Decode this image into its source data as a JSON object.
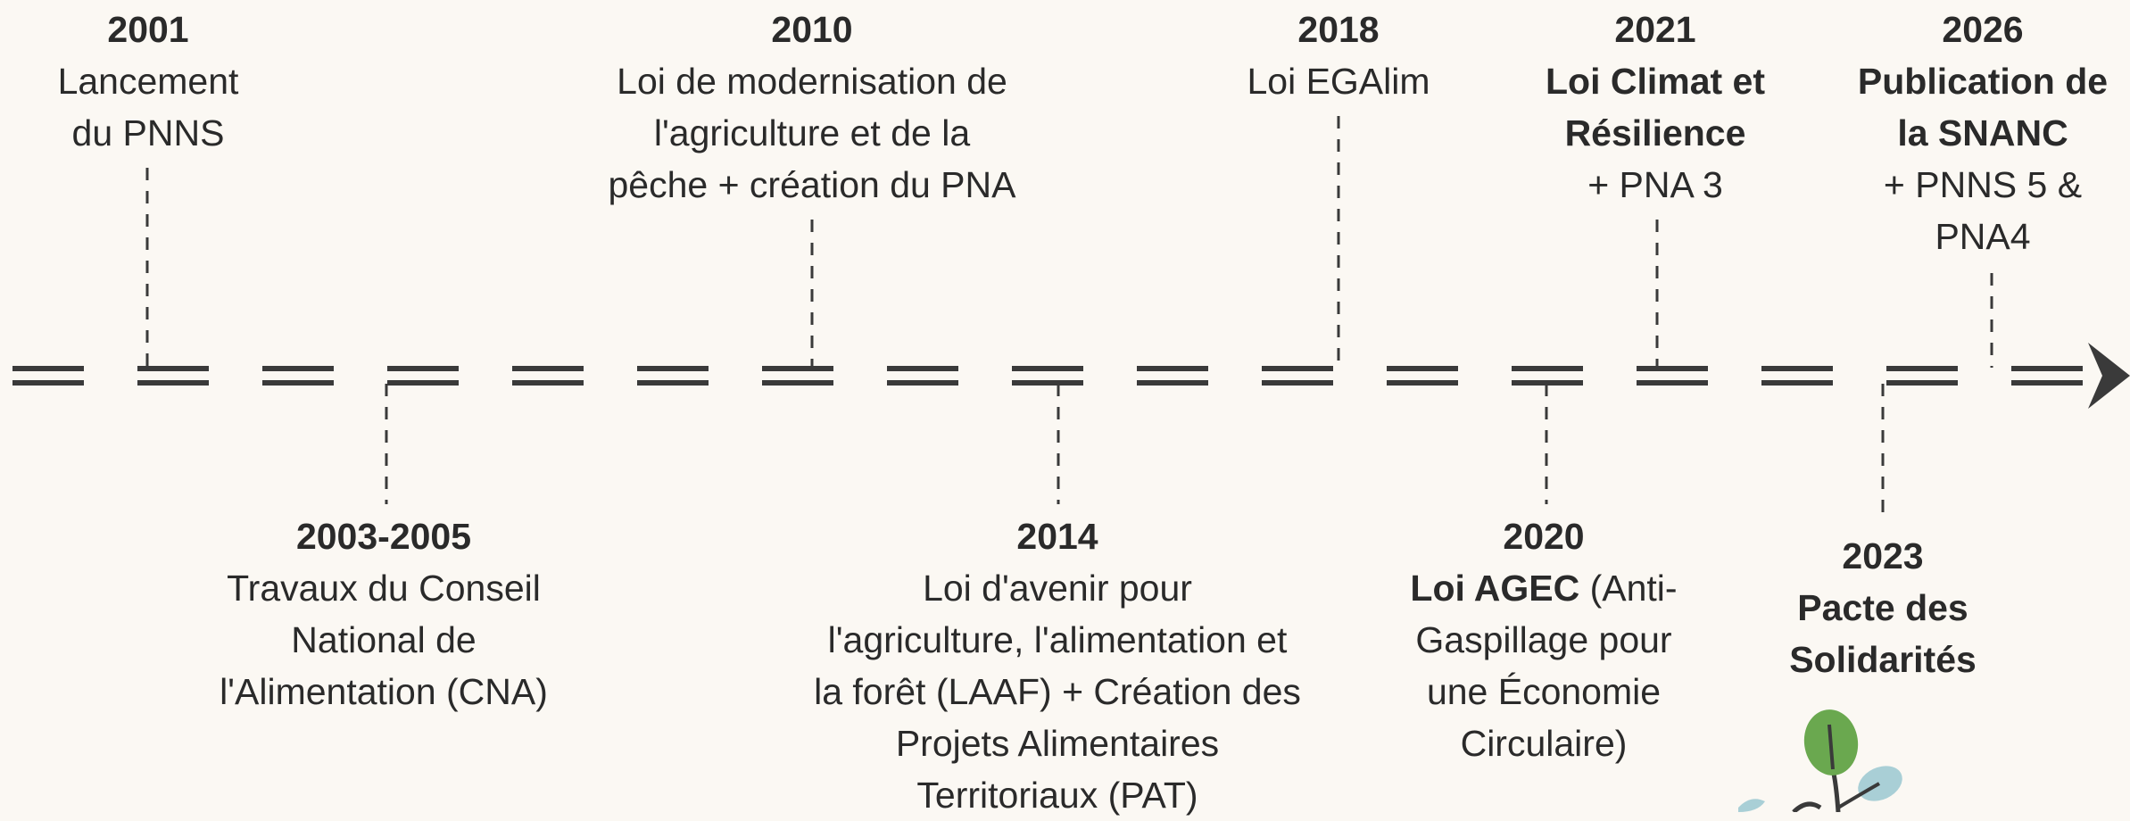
{
  "events": [
    {
      "id": "2001",
      "year": "2001",
      "lines": [
        [
          "Lancement"
        ],
        [
          "du PNNS"
        ]
      ]
    },
    {
      "id": "2003-2005",
      "year": "2003-2005",
      "lines": [
        [
          "Travaux du Conseil"
        ],
        [
          "National de"
        ],
        [
          "l'Alimentation (CNA)"
        ]
      ]
    },
    {
      "id": "2010",
      "year": "2010",
      "lines": [
        [
          "Loi de modernisation de"
        ],
        [
          "l'agriculture et de la"
        ],
        [
          "pêche + création du PNA"
        ]
      ]
    },
    {
      "id": "2014",
      "year": "2014",
      "lines": [
        [
          "Loi d'avenir pour"
        ],
        [
          "l'agriculture, l'alimentation et"
        ],
        [
          "la forêt (LAAF) + Création des"
        ],
        [
          "Projets Alimentaires"
        ],
        [
          "Territoriaux (PAT)"
        ]
      ]
    },
    {
      "id": "2018",
      "year": "2018",
      "lines": [
        [
          "Loi EGAlim"
        ]
      ]
    },
    {
      "id": "2020",
      "year": "2020",
      "lines": [
        [
          "**Loi AGEC**",
          " (Anti-"
        ],
        [
          "Gaspillage pour"
        ],
        [
          "une Économie"
        ],
        [
          "Circulaire)"
        ]
      ]
    },
    {
      "id": "2021",
      "year": "2021",
      "lines": [
        [
          "**Loi Climat et**"
        ],
        [
          "**Résilience**"
        ],
        [
          "+ PNA 3"
        ]
      ]
    },
    {
      "id": "2023",
      "year": "2023",
      "lines": [
        [
          "**Pacte des**"
        ],
        [
          "**Solidarités**"
        ]
      ]
    },
    {
      "id": "2026",
      "year": "2026",
      "lines": [
        [
          "**Publication de**"
        ],
        [
          "**la SNANC**"
        ],
        [
          "+ PNNS 5 &"
        ],
        [
          "PNA4"
        ]
      ]
    }
  ],
  "colors": {
    "background": "#fbf8f3",
    "timeline": "#3a3a3a",
    "text": "#2a2a2a",
    "plant_leaf": "#6aa84f",
    "plant_leaf_light": "#a9cfd6"
  },
  "icons": {
    "arrow": "arrow-right-icon",
    "plant": "plant-sprout-icon"
  }
}
